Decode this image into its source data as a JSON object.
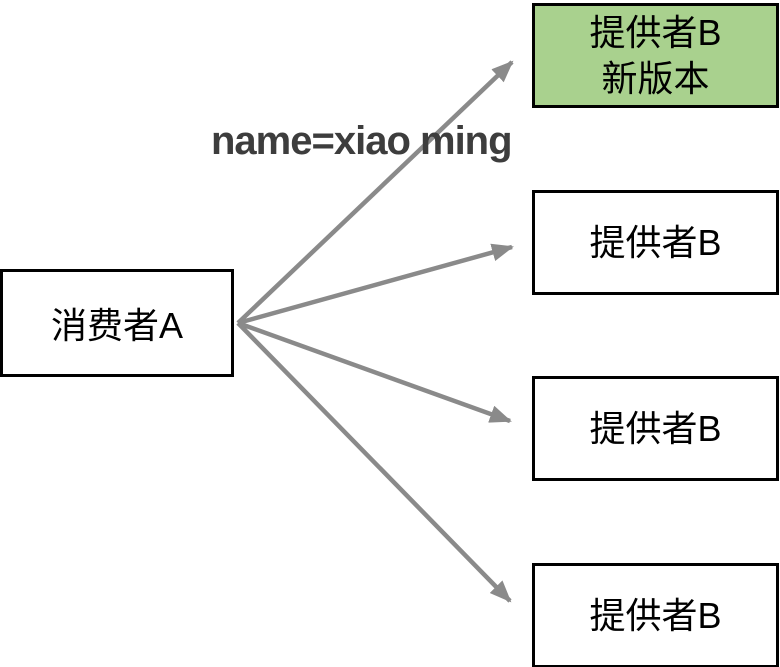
{
  "diagram": {
    "consumer": {
      "label": "消费者A"
    },
    "edge_label": "name=xiao ming",
    "providers": [
      {
        "lines": [
          "提供者B",
          "新版本"
        ],
        "highlighted": true
      },
      {
        "lines": [
          "提供者B"
        ],
        "highlighted": false
      },
      {
        "lines": [
          "提供者B"
        ],
        "highlighted": false
      },
      {
        "lines": [
          "提供者B"
        ],
        "highlighted": false
      }
    ],
    "colors": {
      "highlight_green": "#a9d18e",
      "arrow_gray": "#8a8a8a",
      "box_border": "#000000",
      "edge_label_color": "#3d3d3d",
      "background": "#ffffff"
    }
  }
}
